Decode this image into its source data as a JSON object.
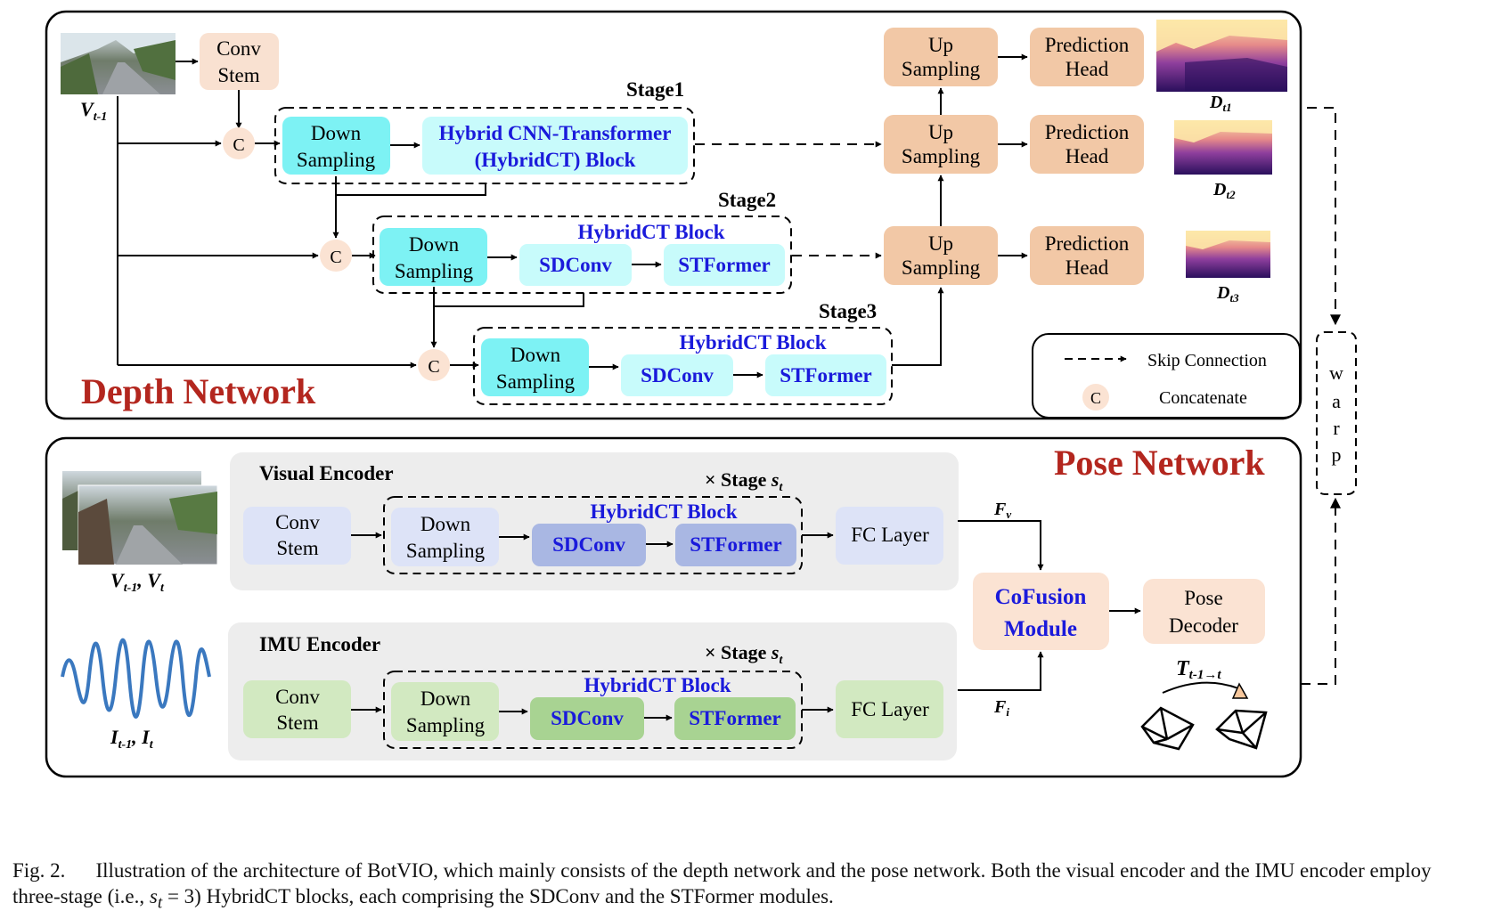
{
  "depth_network": {
    "title": "Depth Network",
    "input_label": "V",
    "input_sub": "t-1",
    "conv_stem": [
      "Conv",
      "Stem"
    ],
    "concat_glyph": "C",
    "stage1": {
      "label": "Stage1",
      "down": [
        "Down",
        "Sampling"
      ],
      "block": [
        "Hybrid CNN-Transformer",
        "(HybridCT) Block"
      ]
    },
    "stage2": {
      "label": "Stage2",
      "down": [
        "Down",
        "Sampling"
      ],
      "block_title": "HybridCT Block",
      "sdconv": "SDConv",
      "stformer": "STFormer"
    },
    "stage3": {
      "label": "Stage3",
      "down": [
        "Down",
        "Sampling"
      ],
      "block_title": "HybridCT Block",
      "sdconv": "SDConv",
      "stformer": "STFormer"
    },
    "upsampling": [
      "Up",
      "Sampling"
    ],
    "prediction_head": [
      "Prediction",
      "Head"
    ],
    "depth_outputs": [
      {
        "main": "D",
        "sub": "t1"
      },
      {
        "main": "D",
        "sub": "t2"
      },
      {
        "main": "D",
        "sub": "t3"
      }
    ]
  },
  "legend": {
    "skip_connection": "Skip Connection",
    "concatenate": "Concatenate",
    "concat_glyph": "C"
  },
  "warp": [
    "w",
    "a",
    "r",
    "p"
  ],
  "pose_network": {
    "title": "Pose Network",
    "visual_input": {
      "v1": "V",
      "v1_sub": "t-1",
      "sep": ", ",
      "v2": "V",
      "v2_sub": "t"
    },
    "imu_input": {
      "i1": "I",
      "i1_sub": "t-1",
      "sep": ", ",
      "i2": "I",
      "i2_sub": "t"
    },
    "visual_encoder": {
      "title": "Visual Encoder",
      "stage_text": "× Stage ",
      "stage_var": "s",
      "stage_sub": "t",
      "conv_stem": [
        "Conv",
        "Stem"
      ],
      "down": [
        "Down",
        "Sampling"
      ],
      "block_title": "HybridCT Block",
      "sdconv": "SDConv",
      "stformer": "STFormer",
      "fc": "FC Layer"
    },
    "imu_encoder": {
      "title": "IMU Encoder",
      "stage_text": "× Stage ",
      "stage_var": "s",
      "stage_sub": "t",
      "conv_stem": [
        "Conv",
        "Stem"
      ],
      "down": [
        "Down",
        "Sampling"
      ],
      "block_title": "HybridCT Block",
      "sdconv": "SDConv",
      "stformer": "STFormer",
      "fc": "FC Layer"
    },
    "fv": {
      "main": "F",
      "sub": "v"
    },
    "fi": {
      "main": "F",
      "sub": "i"
    },
    "cofusion": [
      "CoFusion",
      "Module"
    ],
    "pose_decoder": [
      "Pose",
      "Decoder"
    ],
    "transform": {
      "main": "T",
      "sub": "t-1→t"
    }
  },
  "colors": {
    "depth_title": "#b3261e",
    "blue_text": "#1a1adb",
    "cyan_box": "#7df2f4",
    "light_cyan_box": "#c8fbfb",
    "peach_box": "#f2c8a6",
    "conv_stem_peach": "#f9e1d1",
    "visual_light": "#dde3f7",
    "visual_mid": "#a9b7e3",
    "imu_light": "#d2e9c1",
    "imu_mid": "#a8d392",
    "panel_gray": "#ededed"
  },
  "caption": {
    "fig": "Fig. 2.",
    "text1": "Illustration of the architecture of BotVIO, which mainly consists of the depth network and the pose network. Both the visual encoder and the IMU encoder employ three-stage (i.e., ",
    "var": "s",
    "var_sub": "t",
    "eq": " = 3",
    "text2": ") HybridCT blocks, each comprising the SDConv and the STFormer modules."
  }
}
